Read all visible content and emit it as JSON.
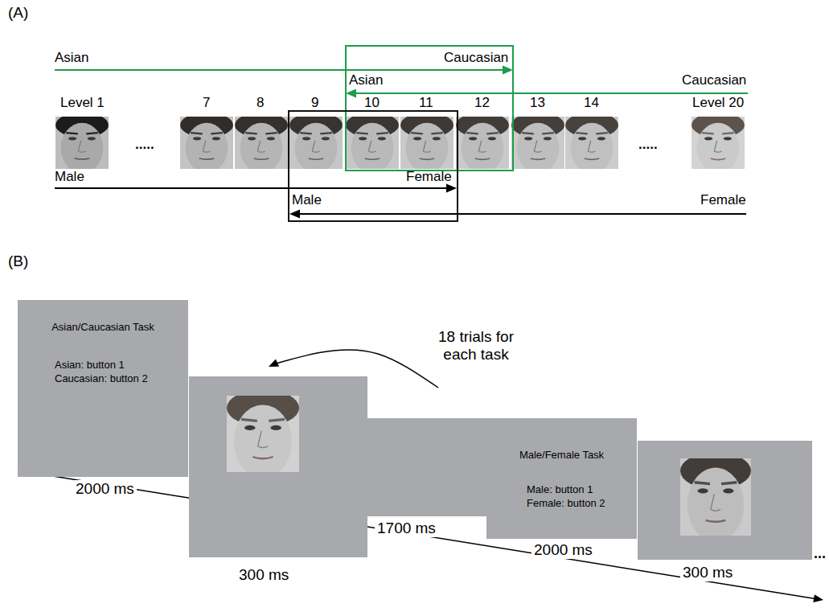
{
  "diagram": {
    "nodes": [
      {
        "text": [
          "Asian/Caucasian Task",
          "Asian: button 1",
          "Caucasian: button 2"
        ]
      },
      {
        "text": [
          "Male/Female Task",
          "Male: button 1",
          "Female: button 2"
        ]
      }
    ],
    "labels": [
      "(A)",
      "Asian",
      "Caucasian",
      "Asian",
      "Caucasian",
      "Level 1",
      "7",
      "8",
      "9",
      "10",
      "11",
      "12",
      "13",
      "14",
      "Level 20",
      ".....",
      ".....",
      "Male",
      "Female",
      "Male",
      "Female",
      "(B)",
      "18 trials for each task",
      "2000 ms",
      "300 ms",
      "1700 ms",
      "2000 ms",
      "300 ms",
      "..."
    ]
  }
}
